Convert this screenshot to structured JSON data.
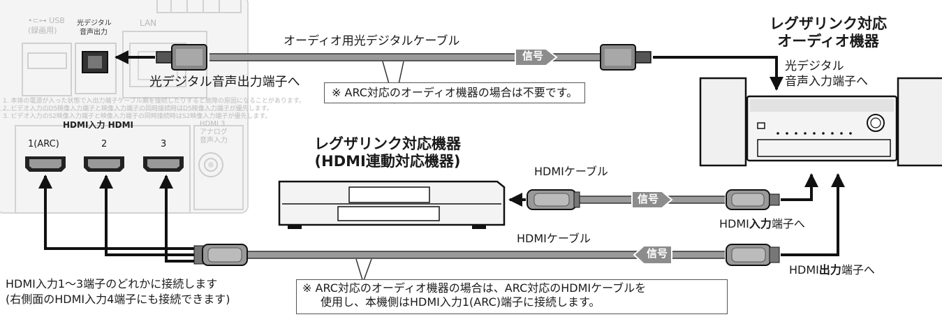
{
  "tv_panel": {
    "usb_label": "•⊂⊶ USB",
    "usb_sub": "(録画用)",
    "optical_label": "光デジタル",
    "optical_label2": "音声出力",
    "lan_label": "LAN",
    "notes": [
      "1. 本体の電源が入った状態で入出力端子ケーブル類を接続したりすると故障の原因になることがあります。",
      "2. ビデオ入力のD5映像入力端子と映像入力端子の同時接続時はD5映像入力端子が優先します。",
      "3. ビデオ入力のS2映像入力端子と映像入力端子の同時接続時はS2映像入力端子が優先します。"
    ],
    "hdmi_header": "HDMI入力 HDMI",
    "hdmi3_analog": [
      "HDMI 3",
      "アナログ",
      "音声入力"
    ],
    "ports": [
      "1(ARC)",
      "2",
      "3"
    ]
  },
  "labels": {
    "optical_cable": "オーディオ用光デジタルケーブル",
    "optical_out_terminal": "光デジタル音声出力端子へ",
    "arc_note_optical": "※ ARC対応のオーディオ機器の場合は不要です。",
    "audio_device_title": [
      "レグザリンク対応",
      "オーディオ機器"
    ],
    "optical_in_terminal": [
      "光デジタル",
      "音声入力端子へ"
    ],
    "recorder_title": [
      "レグザリンク対応機器",
      "(HDMI連動対応機器)"
    ],
    "hdmi_cable_upper": "HDMIケーブル",
    "hdmi_cable_lower": "HDMIケーブル",
    "hdmi_in_terminal_prefix": "HDMI",
    "hdmi_in_terminal_bold": "入力",
    "hdmi_in_terminal_suffix": "端子へ",
    "hdmi_out_terminal_prefix": "HDMI",
    "hdmi_out_terminal_bold": "出力",
    "hdmi_out_terminal_suffix": "端子へ",
    "tv_hdmi_note": [
      "HDMI入力1～3端子のどれかに接続します",
      "(右側面のHDMI入力4端子にも接続できます)"
    ],
    "arc_note_hdmi": [
      "※ ARC対応のオーディオ機器の場合は、ARC対応のHDMIケーブルを",
      "使用し、本機側はHDMI入力1(ARC)端子に接続します。"
    ],
    "signal": "信号"
  },
  "colors": {
    "cable": "#9a9a9a",
    "signal_arrow": "#8c8c8c",
    "panel": "#f4f4f4",
    "panel_line": "#d2d2d2",
    "device": "#f0f0f0",
    "outline": "#1a1a1a"
  }
}
